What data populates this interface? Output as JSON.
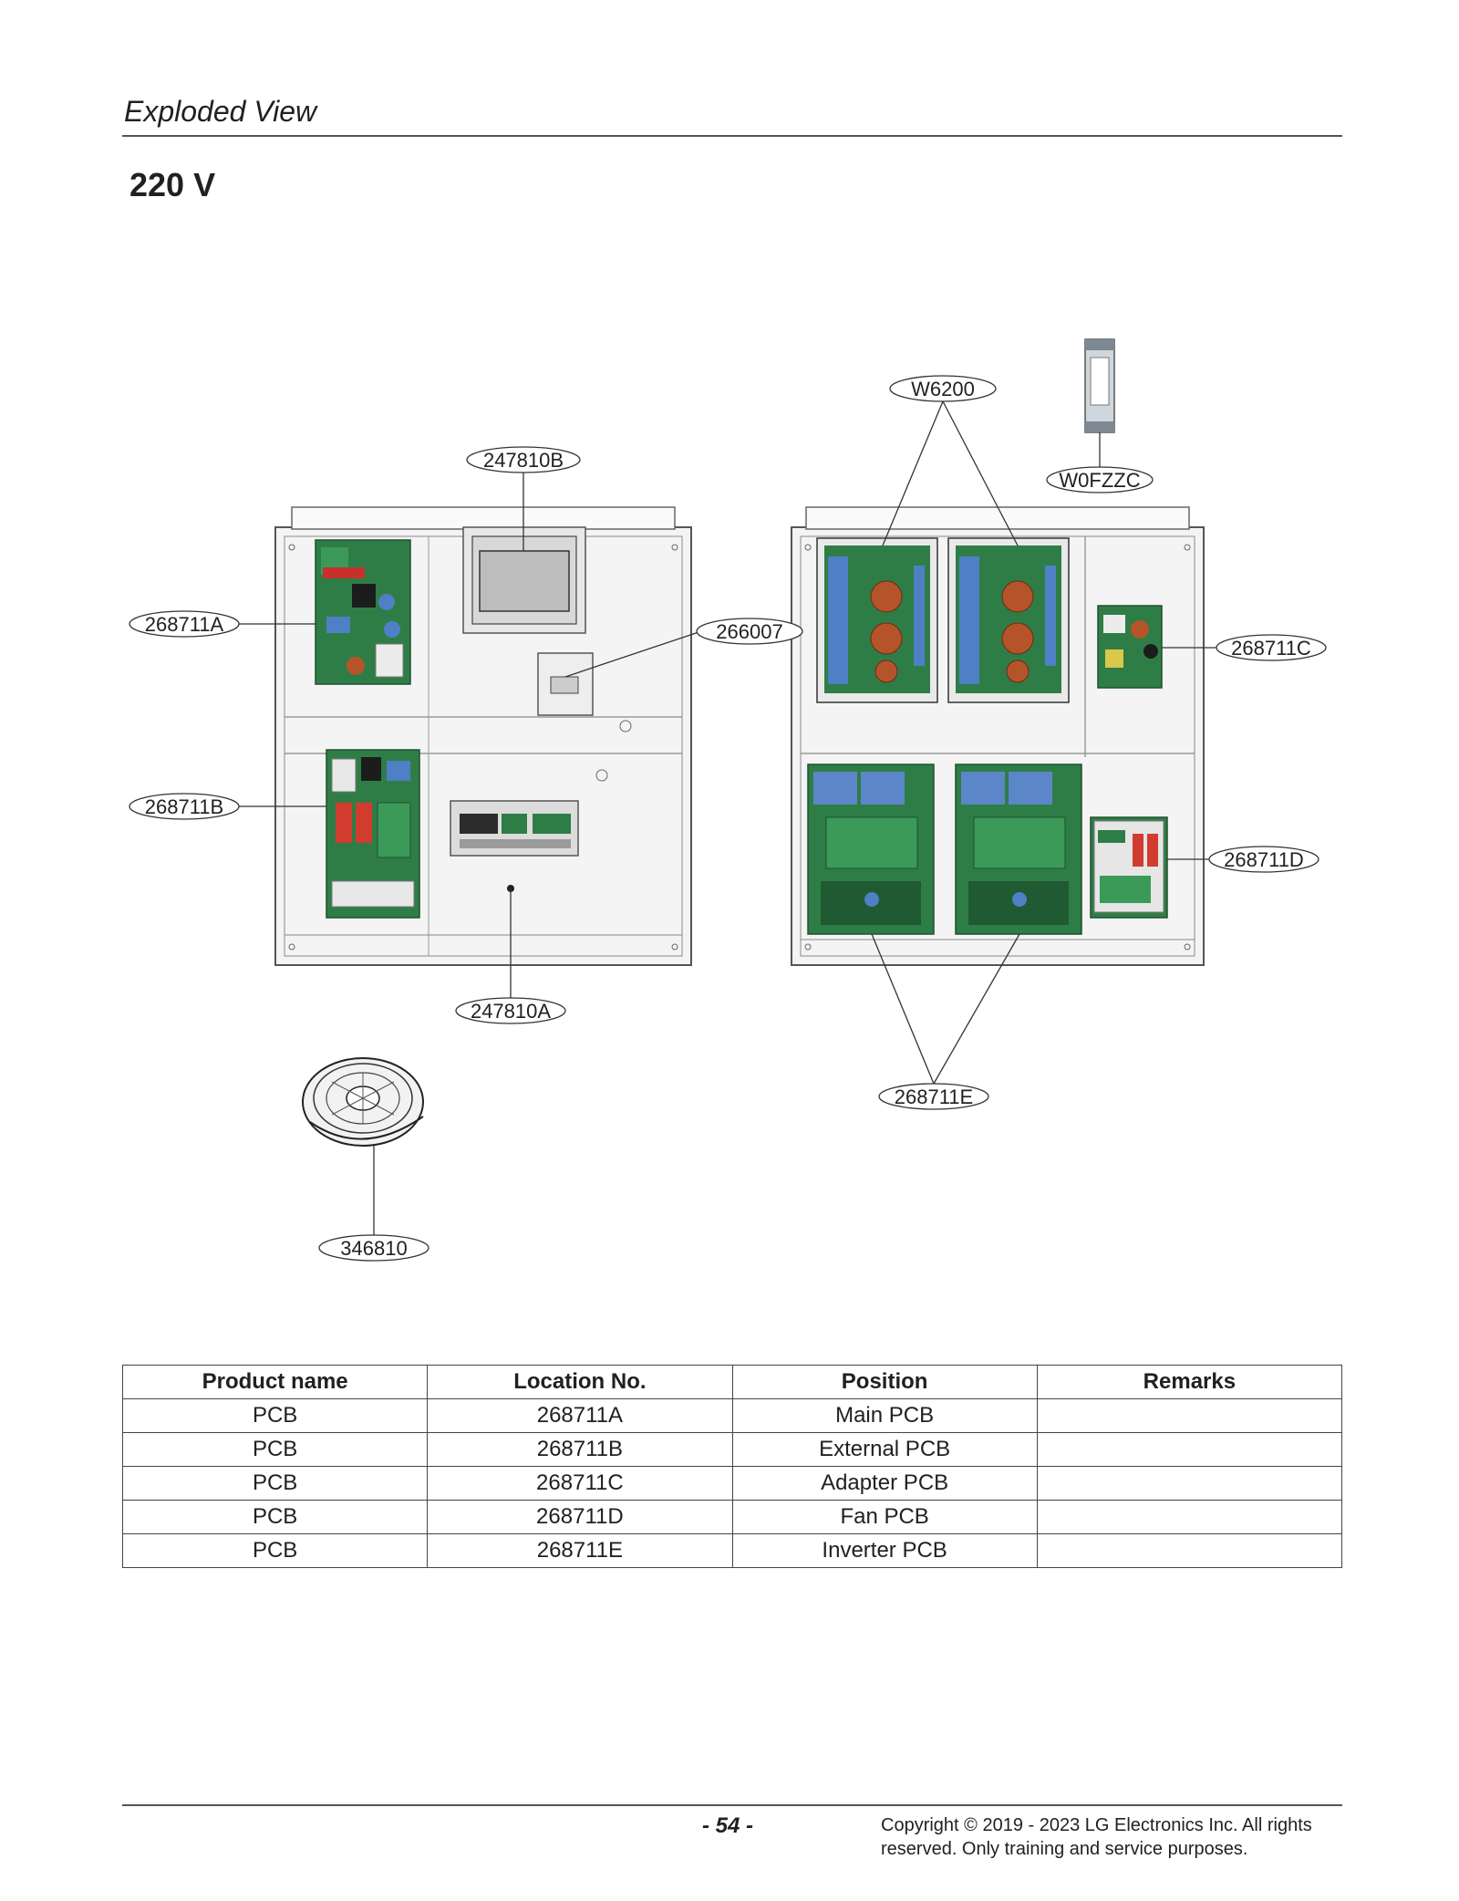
{
  "header": {
    "section_title": "Exploded View",
    "voltage": "220 V"
  },
  "diagram": {
    "callouts": {
      "c_247810B": "247810B",
      "c_268711A": "268711A",
      "c_266007": "266007",
      "c_268711B": "268711B",
      "c_247810A": "247810A",
      "c_346810": "346810",
      "c_W6200": "W6200",
      "c_W0FZZC": "W0FZZC",
      "c_268711C": "268711C",
      "c_268711D": "268711D",
      "c_268711E": "268711E"
    }
  },
  "table": {
    "headers": [
      "Product name",
      "Location No.",
      "Position",
      "Remarks"
    ],
    "rows": [
      [
        "PCB",
        "268711A",
        "Main PCB",
        ""
      ],
      [
        "PCB",
        "268711B",
        "External PCB",
        ""
      ],
      [
        "PCB",
        "268711C",
        "Adapter PCB",
        ""
      ],
      [
        "PCB",
        "268711D",
        "Fan PCB",
        ""
      ],
      [
        "PCB",
        "268711E",
        "Inverter PCB",
        ""
      ]
    ]
  },
  "footer": {
    "page_number": "- 54 -",
    "copyright_line1": "Copyright © 2019 - 2023 LG Electronics Inc. All rights",
    "copyright_line2": "reserved. Only training and service purposes."
  },
  "colors": {
    "pcb_green": "#2f7d46",
    "capacitor_blue": "#4f7fc4",
    "coil_copper": "#b5542a",
    "relay_red": "#d23c2f",
    "frame_gray": "#7a7a7a"
  }
}
